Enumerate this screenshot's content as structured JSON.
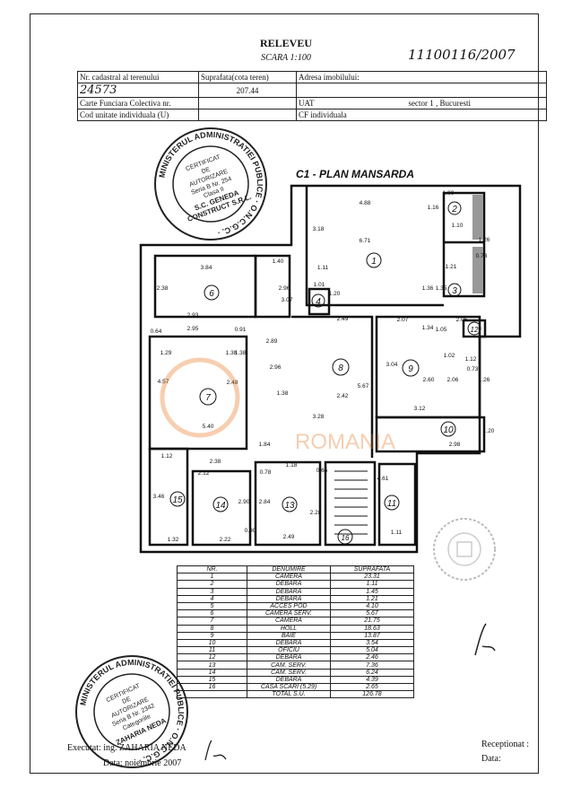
{
  "header": {
    "title": "RELEVEU",
    "scale": "SCARA 1:100",
    "handwritten_ref": "11100116/2007",
    "rows": [
      {
        "label": "Nr. cadastral al terenului",
        "mid": "Suprafata(cota teren)",
        "right": "Adresa imobilului:"
      },
      {
        "label": "24573",
        "mid": "207.44",
        "right": ""
      },
      {
        "label": "Carte Funciara Colectiva nr.",
        "mid": "",
        "right": "UAT",
        "right2": "sector 1 , Bucuresti"
      },
      {
        "label": "Cod unitate individuala (U)",
        "mid": "",
        "right": "CF individuala"
      }
    ]
  },
  "plan": {
    "title": "C1 - PLAN MANSARDA",
    "watermark": "ROMANIA",
    "room_numbers": [
      "1",
      "2",
      "3",
      "4",
      "6",
      "7",
      "8",
      "9",
      "10",
      "11",
      "12",
      "13",
      "14",
      "15",
      "16"
    ],
    "dimensions": [
      "4.88",
      "1.00",
      "1.10",
      "6.71",
      "3.18",
      "1.26",
      "1.16",
      "1.11",
      "0.73",
      "1.21",
      "1.01",
      "1.20",
      "1.36",
      "1.35",
      "3.84",
      "1.40",
      "2.38",
      "2.96",
      "3.07",
      "2.93",
      "2.95",
      "2.89",
      "2.49",
      "2.07",
      "2.06",
      "1.34",
      "1.05",
      "1.02",
      "1.12",
      "0.91",
      "1.29",
      "1.38",
      "2.96",
      "2.48",
      "4.57",
      "5.40",
      "1.38",
      "2.42",
      "5.67",
      "3.28",
      "3.04",
      "2.60",
      "2.06",
      "0.73",
      "1.26",
      "3.12",
      "0.64",
      "2.98",
      "1.20",
      "1.84",
      "1.12",
      "2.38",
      "2.12",
      "0.78",
      "1.18",
      "0.65",
      "3.46",
      "2.90",
      "2.84",
      "2.28",
      "4.61",
      "1.32",
      "2.22",
      "0.90",
      "2.49",
      "1.11",
      "1.38"
    ]
  },
  "stamp_top": {
    "ring": "MINISTERUL ADMINISTRATIEI PUBLICE · O.N.C.G.C. ·",
    "l1": "CERTIFICAT",
    "l2": "DE",
    "l3": "AUTORIZARE",
    "l4": "Seria B Nr. 254",
    "l5": "Clasa II",
    "l6": "S.C. GENEDA",
    "l7": "CONSTRUCT S.R.L."
  },
  "stamp_bottom": {
    "ring": "MINISTERUL ADMINISTRATIEI PUBLICE · O.N.C.G.C. ·",
    "l1": "CERTIFICAT",
    "l2": "DE",
    "l3": "AUTORIZARE",
    "l4": "Seria B Nr. 2342",
    "l5": "Categoriile",
    "l6": "ZAHARIA NEDA"
  },
  "areas": {
    "headers": [
      "NR.",
      "DENUMIRE",
      "SUPRAFATA"
    ],
    "rows": [
      [
        "1",
        "CAMERA",
        "23.31"
      ],
      [
        "2",
        "DEBARA",
        "1.11"
      ],
      [
        "3",
        "DEBARA",
        "1.45"
      ],
      [
        "4",
        "DEBARA",
        "1.21"
      ],
      [
        "5",
        "ACCES POD",
        "4.10"
      ],
      [
        "6",
        "CAMERA SERV.",
        "5.67"
      ],
      [
        "7",
        "CAMERA",
        "21.75"
      ],
      [
        "8",
        "HOLL",
        "18.63"
      ],
      [
        "9",
        "BAIE",
        "13.87"
      ],
      [
        "10",
        "DEBARA",
        "3.54"
      ],
      [
        "11",
        "OFICIU",
        "5.04"
      ],
      [
        "12",
        "DEBARA",
        "2.46"
      ],
      [
        "13",
        "CAM. SERV.",
        "7.36"
      ],
      [
        "14",
        "CAM. SERV.",
        "6.24"
      ],
      [
        "15",
        "DEBARA",
        "4.39"
      ],
      [
        "16",
        "CASA SCARI (5.29)",
        "2.65"
      ],
      [
        "",
        "TOTAL S.U.",
        "126.78"
      ]
    ]
  },
  "footer": {
    "executed": "Executat: ing. ZAHARIA NEDA",
    "date": "Data: noiembrie 2007",
    "received": "Receptionat :",
    "date2": "Data:"
  }
}
